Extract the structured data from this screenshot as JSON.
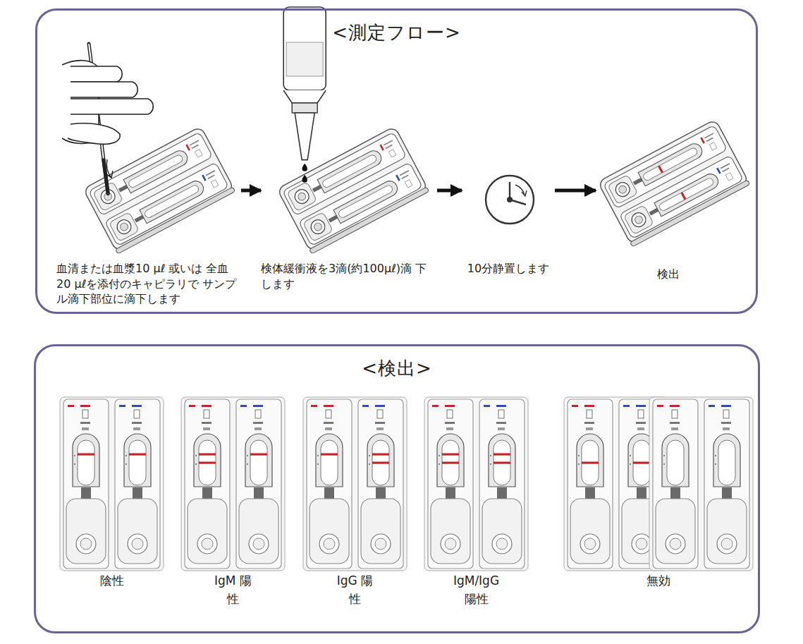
{
  "diagram": {
    "nodes": [
      {
        "text": [
          "<測定フロー>"
        ]
      },
      {
        "text": [
          "血清または血漿10 μℓ 或いは 全血20 μℓを添付のキャピラリで サンプル滴下部位に滴下します"
        ],
        "in": 0
      },
      {
        "text": [
          "検体緩衝液を3滴(約100μℓ)滴 下します"
        ],
        "in": 0
      },
      {
        "text": [
          "10分静置します"
        ],
        "in": 0
      },
      {
        "text": [
          "検出"
        ],
        "in": 0
      },
      {
        "text": [
          "<検出>"
        ]
      },
      {
        "text": [
          "陰性"
        ],
        "in": 5
      },
      {
        "text": [
          "IgM 陽性"
        ],
        "in": 5
      },
      {
        "text": [
          "IgG 陽性"
        ],
        "in": 5
      },
      {
        "text": [
          "IgM/IgG 陽性"
        ],
        "in": 5
      },
      {
        "text": [
          "無効"
        ],
        "in": 5
      }
    ],
    "edges": [
      {
        "from": 1,
        "to": 2,
        "arrow": "to"
      },
      {
        "from": 2,
        "to": 3,
        "arrow": "to"
      },
      {
        "from": 3,
        "to": 4,
        "arrow": "to"
      }
    ]
  }
}
